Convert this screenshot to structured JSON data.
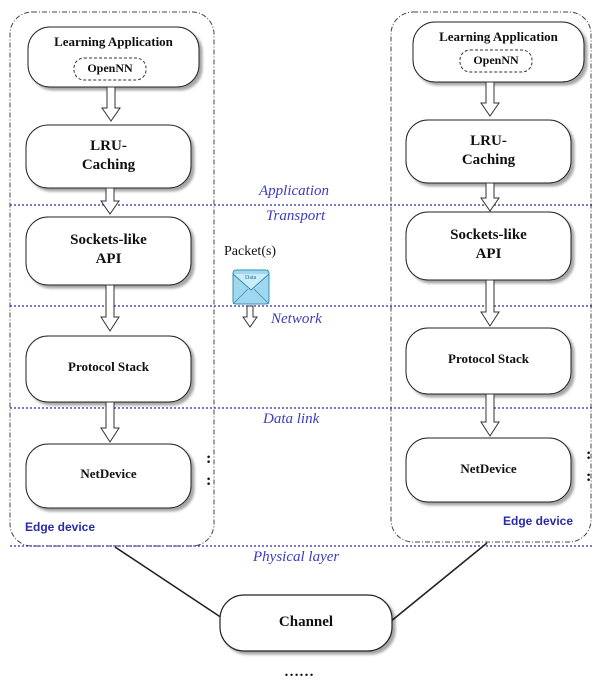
{
  "layers": {
    "application": "Application",
    "transport": "Transport",
    "network": "Network",
    "data_link": "Data link",
    "physical": "Physical layer"
  },
  "left_device": {
    "label": "Edge device",
    "app_title": "Learning Application",
    "app_sub": "OpenNN",
    "cache_line1": "LRU-",
    "cache_line2": "Caching",
    "api_line1": "Sockets-like",
    "api_line2": "API",
    "stack": "Protocol Stack",
    "netdevice": "NetDevice"
  },
  "right_device": {
    "label": "Edge device",
    "app_title": "Learning Application",
    "app_sub": "OpenNN",
    "cache_line1": "LRU-",
    "cache_line2": "Caching",
    "api_line1": "Sockets-like",
    "api_line2": "API",
    "stack": "Protocol Stack",
    "netdevice": "NetDevice"
  },
  "packet": {
    "label": "Packet(s)",
    "envelope_text": "Data"
  },
  "channel": "Channel",
  "ellipsis": "……",
  "colors": {
    "layer_line": "#2a2aa8",
    "layer_text": "#3b3bbf",
    "envelope_fill": "#9fd8ee",
    "envelope_flap": "#c9ecf7"
  }
}
